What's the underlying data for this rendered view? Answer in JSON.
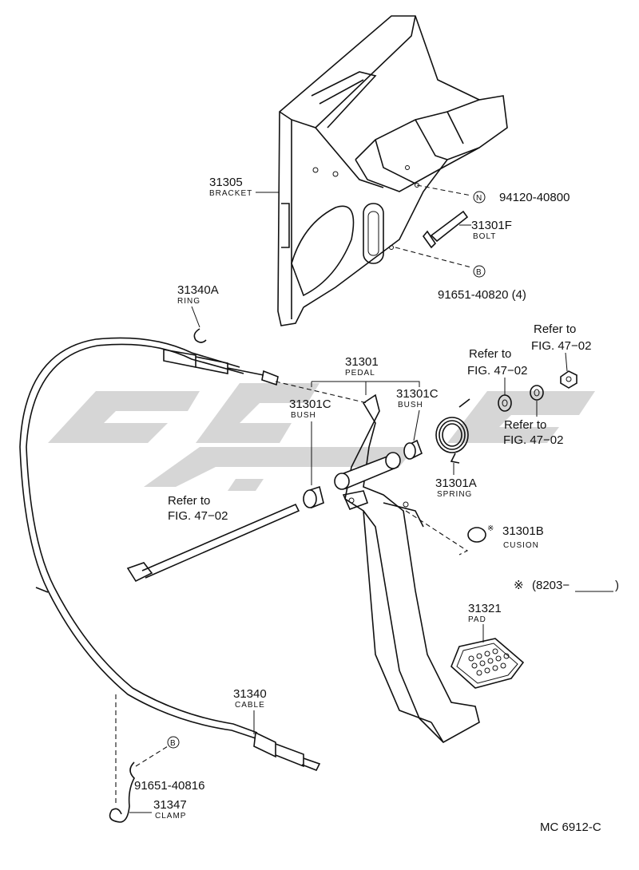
{
  "labels": {
    "bracket": {
      "num": "31305",
      "name": "BRACKET"
    },
    "nut": {
      "code": "N",
      "num": "94120-40800"
    },
    "bolt": {
      "num": "31301F",
      "name": "BOLT"
    },
    "bolt_b": {
      "code": "B",
      "num": "91651-40820 (4)"
    },
    "ring": {
      "num": "31340A",
      "name": "RING"
    },
    "pedal": {
      "num": "31301",
      "name": "PEDAL"
    },
    "bush_left": {
      "num": "31301C",
      "name": "BUSH"
    },
    "bush_right": {
      "num": "31301C",
      "name": "BUSH"
    },
    "spring": {
      "num": "31301A",
      "name": "SPRING"
    },
    "cusion": {
      "mark": "※",
      "num": "31301B",
      "name": "CUSION"
    },
    "pad": {
      "num": "31321",
      "name": "PAD"
    },
    "cable": {
      "num": "31340",
      "name": "CABLE"
    },
    "clamp_b": {
      "code": "B",
      "num": "91651-40816"
    },
    "clamp": {
      "num": "31347",
      "name": "CLAMP"
    }
  },
  "refs": {
    "ref_top_right": {
      "line1": "Refer to",
      "line2": "FIG. 47−02"
    },
    "ref_mid": {
      "line1": "Refer to",
      "line2": "FIG. 47−02"
    },
    "ref_washer": {
      "line1": "Refer to",
      "line2": "FIG. 47−02"
    },
    "ref_shaft": {
      "line1": "Refer to",
      "line2": "FIG. 47−02"
    }
  },
  "note": {
    "mark": "※",
    "text": "(8203−",
    "close": ")"
  },
  "figure_code": "MC 6912-C",
  "watermark_color": "#d6d6d6"
}
